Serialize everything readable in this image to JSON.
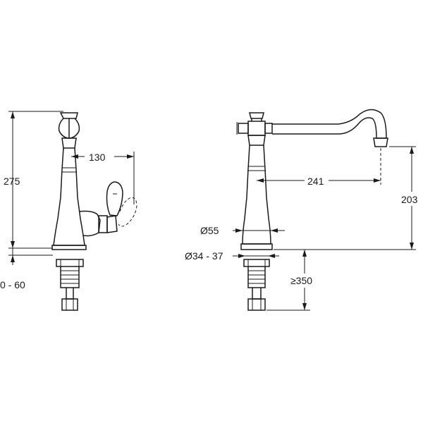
{
  "dimensions": {
    "height_total": "275",
    "reach": "130",
    "deck_thickness": "0 - 60",
    "spout_reach": "241",
    "spout_height": "203",
    "base_diameter": "Ø55",
    "hole_diameter": "Ø34 - 37",
    "min_hose": "≥350"
  }
}
